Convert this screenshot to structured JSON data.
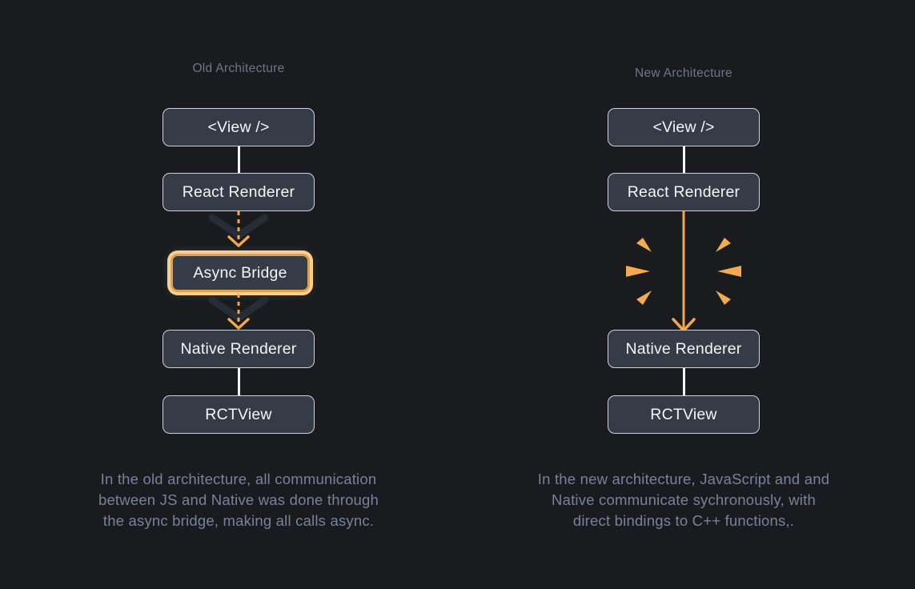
{
  "old": {
    "title": "Old Architecture",
    "nodes": {
      "view": "<View />",
      "react_renderer": "React Renderer",
      "async_bridge": "Async Bridge",
      "native_renderer": "Native Renderer",
      "rctview": "RCTView"
    },
    "caption": "In the old architecture, all communication\nbetween JS and Native was done through\nthe async bridge, making all calls async."
  },
  "new": {
    "title": "New Architecture",
    "nodes": {
      "view": "<View />",
      "react_renderer": "React Renderer",
      "native_renderer": "Native Renderer",
      "rctview": "RCTView"
    },
    "caption": "In the new architecture, JavaScript and and\nNative communicate sychronously, with\ndirect bindings to C++ functions,."
  },
  "icons": {
    "dashed_arrow": "dashed-arrow-down-icon",
    "solid_arrow": "arrow-down-icon",
    "burst_left": "sync-burst-left-icon",
    "burst_right": "sync-burst-right-icon"
  },
  "colors": {
    "background": "#191b1f",
    "node_fill": "#353b47",
    "node_border": "#ced1d7",
    "node_text": "#f4f5f7",
    "muted_text": "#79829b",
    "title_text": "#6e7789",
    "accent_orange": "#f2a74d",
    "highlight_ring_outer": "#f8d192",
    "highlight_ring_inner": "#dfa04f",
    "chevron_shadow": "#272d37",
    "connector_white": "#f4f4f5"
  }
}
